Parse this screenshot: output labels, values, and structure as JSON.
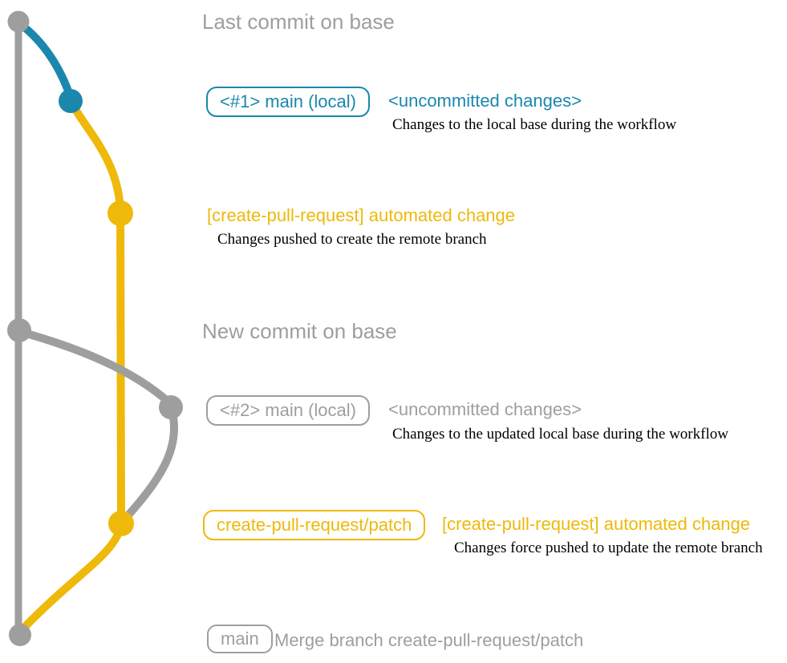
{
  "colors": {
    "gray": "#9e9e9e",
    "teal": "#1b87ad",
    "yellow": "#eeb90a"
  },
  "labels": {
    "last_commit": "Last commit on base",
    "new_commit": "New commit on base"
  },
  "rows": {
    "local1": {
      "badge": "<#1> main (local)",
      "title": "<uncommitted changes>",
      "caption": "Changes to the local base during the workflow"
    },
    "push1": {
      "title": "[create-pull-request] automated change",
      "caption": "Changes pushed to create the remote branch"
    },
    "local2": {
      "badge": "<#2> main (local)",
      "title": "<uncommitted changes>",
      "caption": "Changes to the updated local base during the workflow"
    },
    "push2": {
      "badge": "create-pull-request/patch",
      "title": "[create-pull-request] automated change",
      "caption": "Changes force pushed to update the remote branch"
    },
    "merge": {
      "badge": "main",
      "title": "Merge branch create-pull-request/patch"
    }
  },
  "graph": {
    "branches": [
      {
        "name": "base",
        "color": "gray"
      },
      {
        "name": "main-local",
        "color": "teal"
      },
      {
        "name": "create-pull-request/patch",
        "color": "yellow"
      }
    ],
    "commits": [
      {
        "id": "base-tip",
        "branch": "base",
        "color": "gray"
      },
      {
        "id": "local-1",
        "branch": "main-local",
        "color": "teal"
      },
      {
        "id": "patch-1",
        "branch": "create-pull-request/patch",
        "color": "yellow"
      },
      {
        "id": "base-new",
        "branch": "base",
        "color": "gray"
      },
      {
        "id": "local-2",
        "branch": "main-local",
        "color": "gray"
      },
      {
        "id": "patch-2",
        "branch": "create-pull-request/patch",
        "color": "yellow"
      },
      {
        "id": "merge",
        "branch": "base",
        "color": "gray"
      }
    ]
  }
}
